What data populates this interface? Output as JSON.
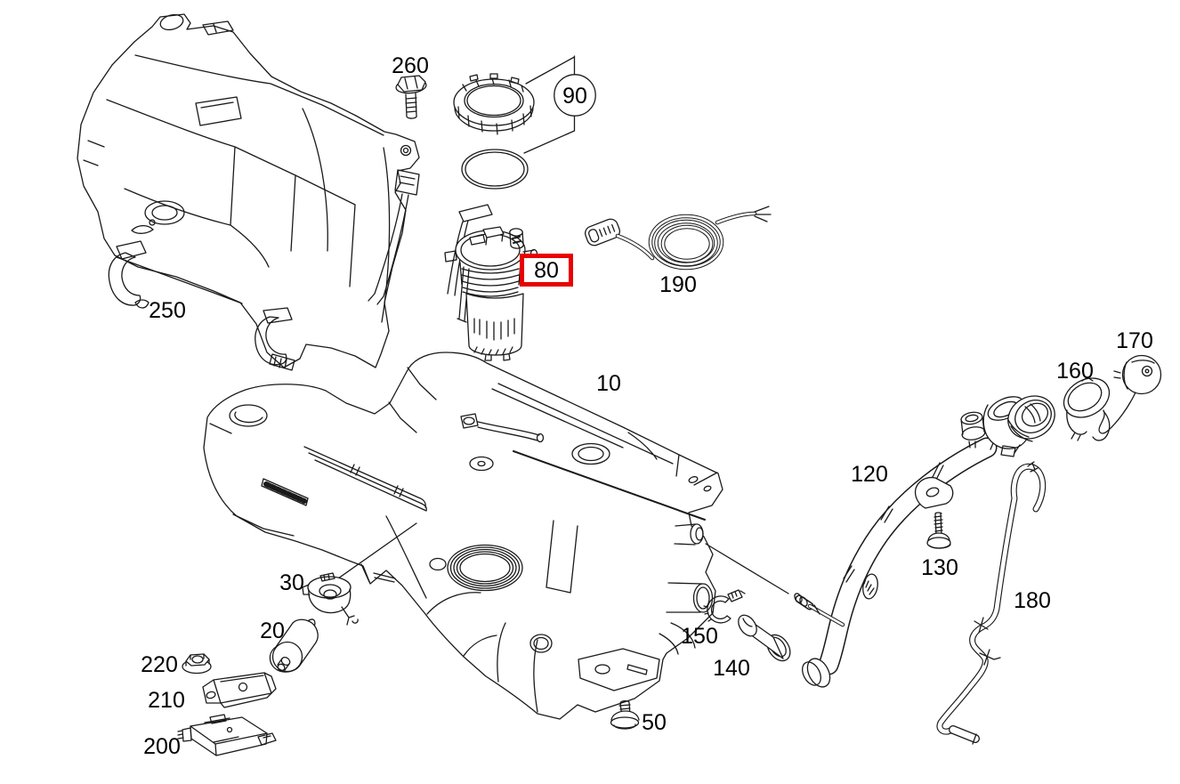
{
  "diagram": {
    "title": "fuel-tank-exploded-parts-diagram",
    "colors": {
      "background": "#ffffff",
      "line": "#1a1a1a",
      "highlight_box": "#e80000",
      "label_text": "#000000"
    },
    "highlighted_part": "80",
    "labels": [
      {
        "text": "10",
        "style": "plain"
      },
      {
        "text": "20",
        "style": "plain"
      },
      {
        "text": "30",
        "style": "plain"
      },
      {
        "text": "50",
        "style": "plain"
      },
      {
        "text": "80",
        "style": "red-box"
      },
      {
        "text": "90",
        "style": "circle"
      },
      {
        "text": "120",
        "style": "plain"
      },
      {
        "text": "130",
        "style": "plain"
      },
      {
        "text": "140",
        "style": "plain"
      },
      {
        "text": "150",
        "style": "plain"
      },
      {
        "text": "160",
        "style": "plain"
      },
      {
        "text": "170",
        "style": "plain"
      },
      {
        "text": "180",
        "style": "plain"
      },
      {
        "text": "190",
        "style": "plain"
      },
      {
        "text": "200",
        "style": "plain"
      },
      {
        "text": "210",
        "style": "plain"
      },
      {
        "text": "220",
        "style": "plain"
      },
      {
        "text": "250",
        "style": "plain"
      },
      {
        "text": "260",
        "style": "plain"
      }
    ]
  }
}
